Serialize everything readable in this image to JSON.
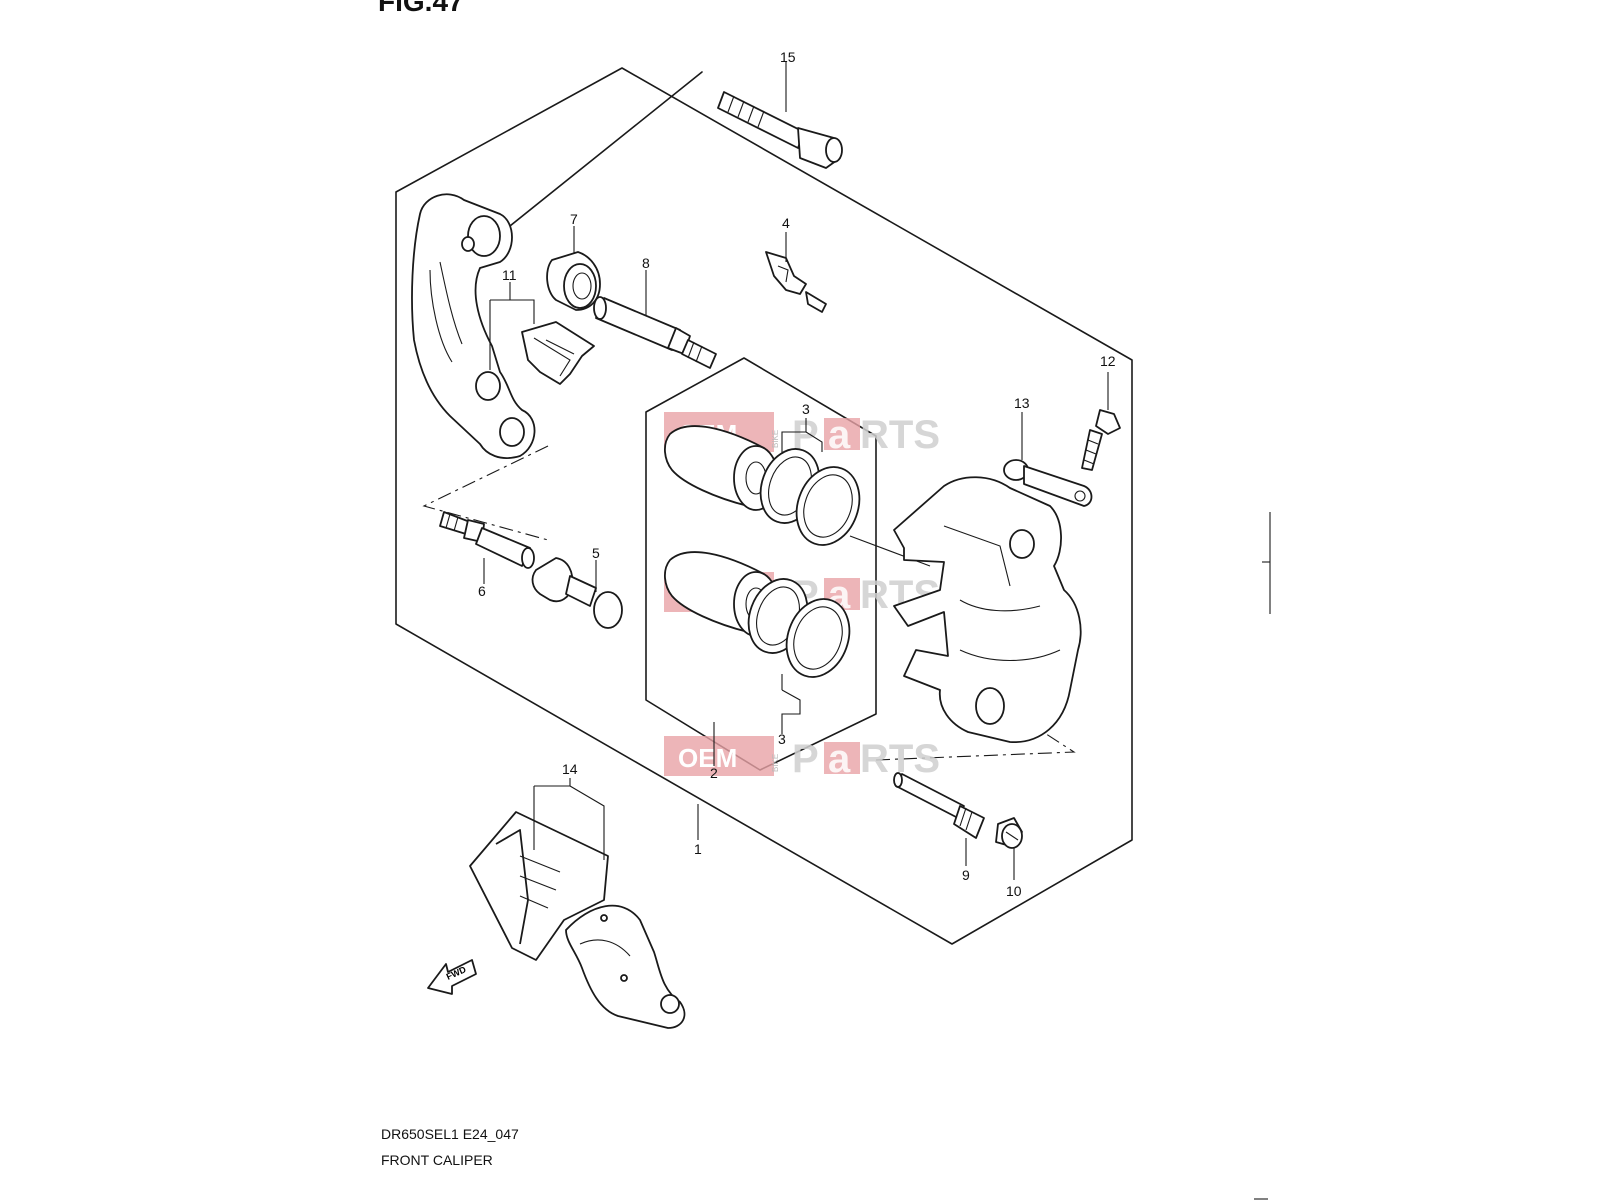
{
  "figure_label": "FIG.47",
  "caption": {
    "model_code": "DR650SEL1 E24_047",
    "assembly_name": "FRONT CALIPER"
  },
  "callouts": [
    {
      "id": "c15",
      "label": "15"
    },
    {
      "id": "c7",
      "label": "7"
    },
    {
      "id": "c4",
      "label": "4"
    },
    {
      "id": "c8",
      "label": "8"
    },
    {
      "id": "c11",
      "label": "11"
    },
    {
      "id": "c12",
      "label": "12"
    },
    {
      "id": "c13",
      "label": "13"
    },
    {
      "id": "c3a",
      "label": "3"
    },
    {
      "id": "c3b",
      "label": "3"
    },
    {
      "id": "c2",
      "label": "2"
    },
    {
      "id": "c6",
      "label": "6"
    },
    {
      "id": "c5",
      "label": "5"
    },
    {
      "id": "c1",
      "label": "1"
    },
    {
      "id": "c14",
      "label": "14"
    },
    {
      "id": "c9",
      "label": "9"
    },
    {
      "id": "c10",
      "label": "10"
    }
  ],
  "fwd_arrow_label": "FWD",
  "watermark": {
    "oem": "OEM",
    "bike": "BIKE",
    "p": "P",
    "a": "a",
    "rts": "RTS"
  },
  "colors": {
    "line": "#1a1a1a",
    "watermark_red": "#e58d91",
    "watermark_gray": "#cfcfcf"
  }
}
